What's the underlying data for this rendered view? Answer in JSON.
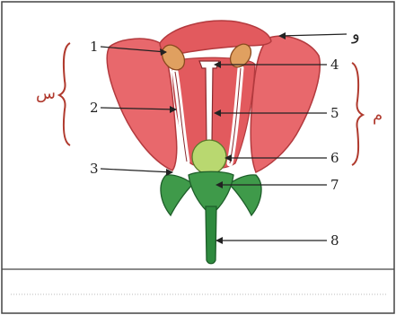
{
  "diagram": {
    "labels": {
      "l1": "1",
      "l2": "2",
      "l3": "3",
      "l4": "4",
      "l5": "5",
      "l6": "6",
      "l7": "7",
      "l8": "8"
    },
    "top_right_letter": "و",
    "left_group_letter": "س",
    "right_group_letter": "م",
    "colors": {
      "petal": "#e8686c",
      "petal_dark": "#c94a4e",
      "inner_red": "#e25a5e",
      "anther": "#e0a060",
      "ovary": "#b9d870",
      "sepal_green": "#3f9a4a",
      "stem_green": "#2e8a3e",
      "bracket": "#b03a2e",
      "frame": "#444444"
    }
  }
}
